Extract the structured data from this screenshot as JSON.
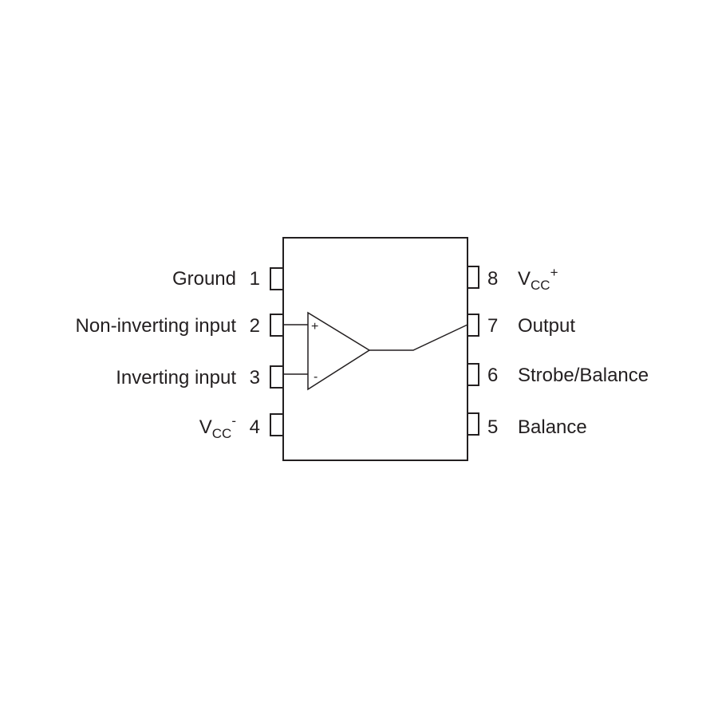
{
  "pins_left": [
    {
      "number": "1",
      "label": "Ground"
    },
    {
      "number": "2",
      "label": "Non-inverting input"
    },
    {
      "number": "3",
      "label": "Inverting input"
    },
    {
      "number": "4",
      "label": "V",
      "label_subscript": "CC",
      "label_superscript": "-"
    }
  ],
  "pins_right": [
    {
      "number": "8",
      "label": "V",
      "label_subscript": "CC",
      "label_superscript": "+"
    },
    {
      "number": "7",
      "label": "Output"
    },
    {
      "number": "6",
      "label": "Strobe/Balance"
    },
    {
      "number": "5",
      "label": "Balance"
    }
  ],
  "opamp": {
    "plus_symbol": "+",
    "minus_symbol": "-"
  },
  "colors": {
    "line": "#231f20",
    "background": "#ffffff"
  }
}
